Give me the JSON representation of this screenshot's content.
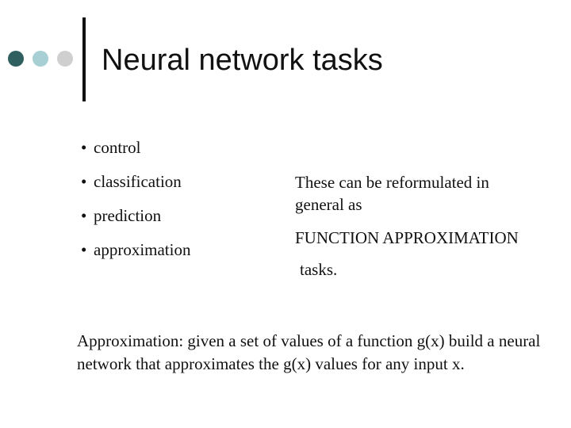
{
  "slide": {
    "title": "Neural network tasks",
    "dot_colors": [
      "#2f5f5f",
      "#a8cfd3",
      "#cfcfcf"
    ],
    "bullet_glyph": "•",
    "bullets": [
      {
        "label": "control"
      },
      {
        "label": "classification"
      },
      {
        "label": "prediction"
      },
      {
        "label": "approximation"
      }
    ],
    "side_note": {
      "line1": "These can be reformulated in general as",
      "line2": "FUNCTION APPROXIMATION",
      "line3": "tasks."
    },
    "approximation_text": "Approximation: given a set of values of a function g(x) build a neural network that approximates the g(x) values for any input x."
  }
}
